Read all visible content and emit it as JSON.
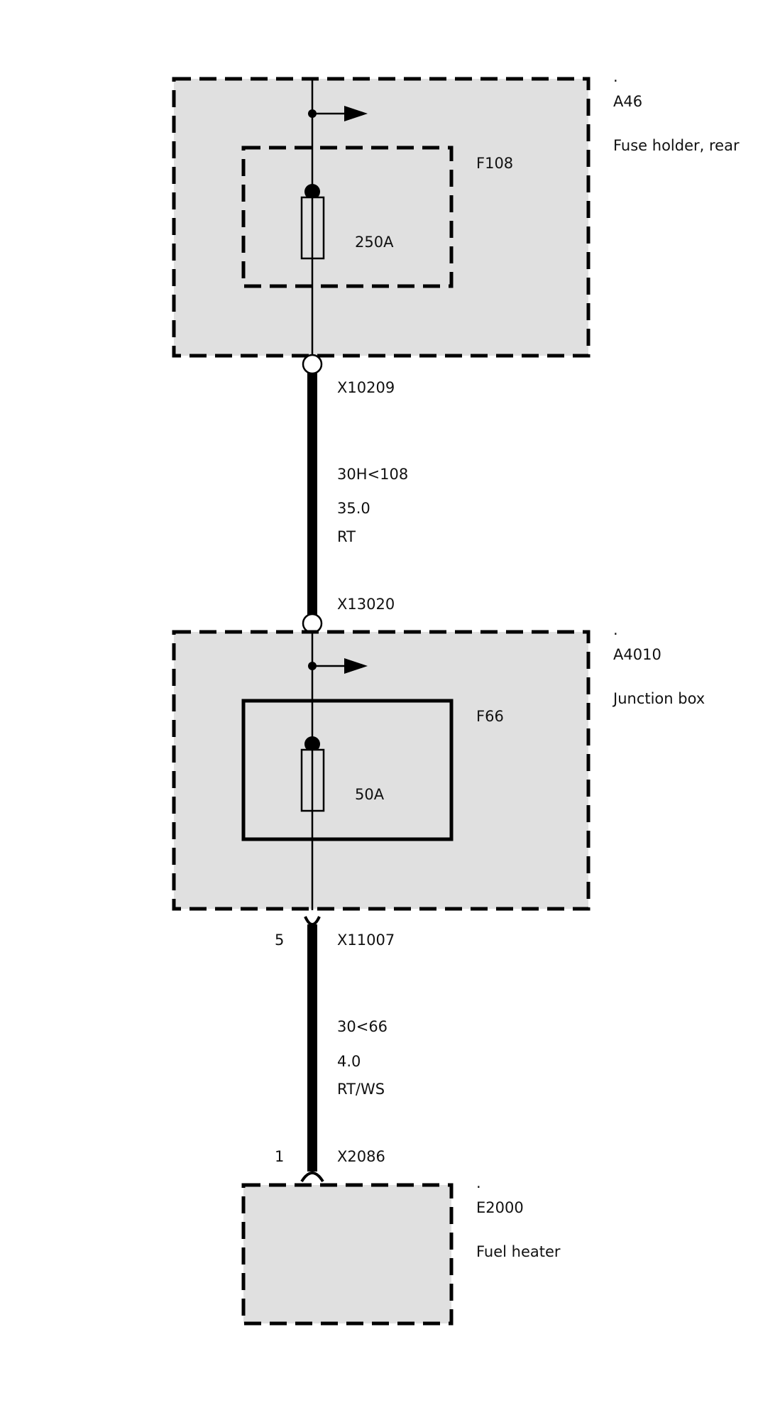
{
  "colors": {
    "box_fill": "#e0e0e0",
    "line": "#000000",
    "background": "#ffffff"
  },
  "components": {
    "a46": {
      "dot": ".",
      "id": "A46",
      "name": "Fuse holder, rear"
    },
    "f108": {
      "id": "F108",
      "rating": "250A"
    },
    "a4010": {
      "dot": ".",
      "id": "A4010",
      "name": "Junction box"
    },
    "f66": {
      "id": "F66",
      "rating": "50A"
    },
    "e2000": {
      "dot": ".",
      "id": "E2000",
      "name": "Fuel heater"
    }
  },
  "connectors": {
    "x10209": "X10209",
    "x13020": "X13020",
    "x11007": {
      "id": "X11007",
      "pin": "5"
    },
    "x2086": {
      "id": "X2086",
      "pin": "1"
    }
  },
  "wires": {
    "w1": {
      "circuit": "30H<108",
      "gauge": "35.0",
      "color": "RT"
    },
    "w2": {
      "circuit": "30<66",
      "gauge": "4.0",
      "color": "RT/WS"
    }
  },
  "icons": [
    "arrow-right-icon",
    "fuse-icon",
    "connector-circle-icon",
    "connector-socket-icon"
  ]
}
